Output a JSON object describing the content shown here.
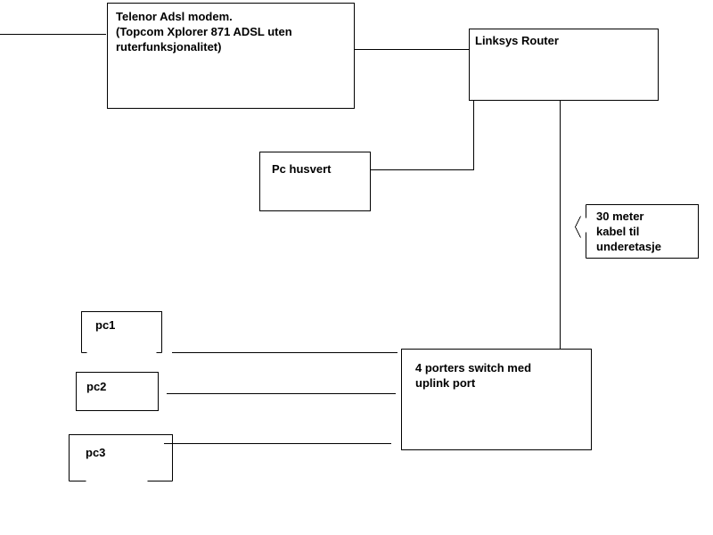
{
  "diagram": {
    "nodes": {
      "modem": {
        "label": "Telenor Adsl modem.\n(Topcom Xplorer 871 ADSL uten\nruterfunksjonalitet)"
      },
      "router": {
        "label": "Linksys Router"
      },
      "host_pc": {
        "label": "Pc husvert"
      },
      "cable_note": {
        "label": "30 meter\nkabel til\nunderetasje"
      },
      "switch": {
        "label": "4 porters switch med\nuplink port"
      },
      "pc1": {
        "label": "pc1"
      },
      "pc2": {
        "label": "pc2"
      },
      "pc3": {
        "label": "pc3"
      }
    }
  }
}
